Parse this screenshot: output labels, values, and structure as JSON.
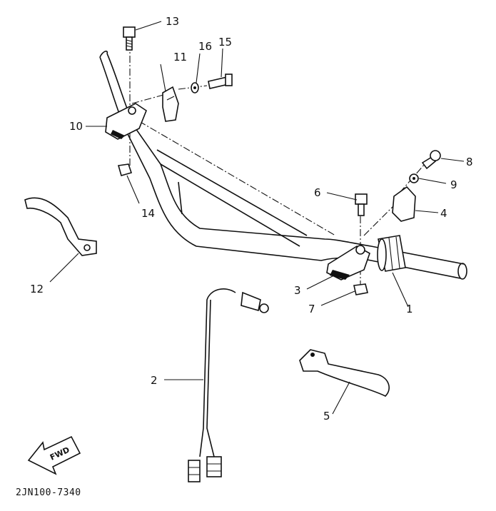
{
  "callouts": {
    "c1": "1",
    "c2": "2",
    "c3": "3",
    "c4": "4",
    "c5": "5",
    "c6": "6",
    "c7": "7",
    "c8": "8",
    "c9": "9",
    "c10": "10",
    "c11": "11",
    "c12": "12",
    "c13": "13",
    "c14": "14",
    "c15": "15",
    "c16": "16"
  },
  "fwd_label": "FWD",
  "part_code": "2JN100-7340",
  "colors": {
    "ink": "#111111",
    "paper": "#ffffff"
  }
}
